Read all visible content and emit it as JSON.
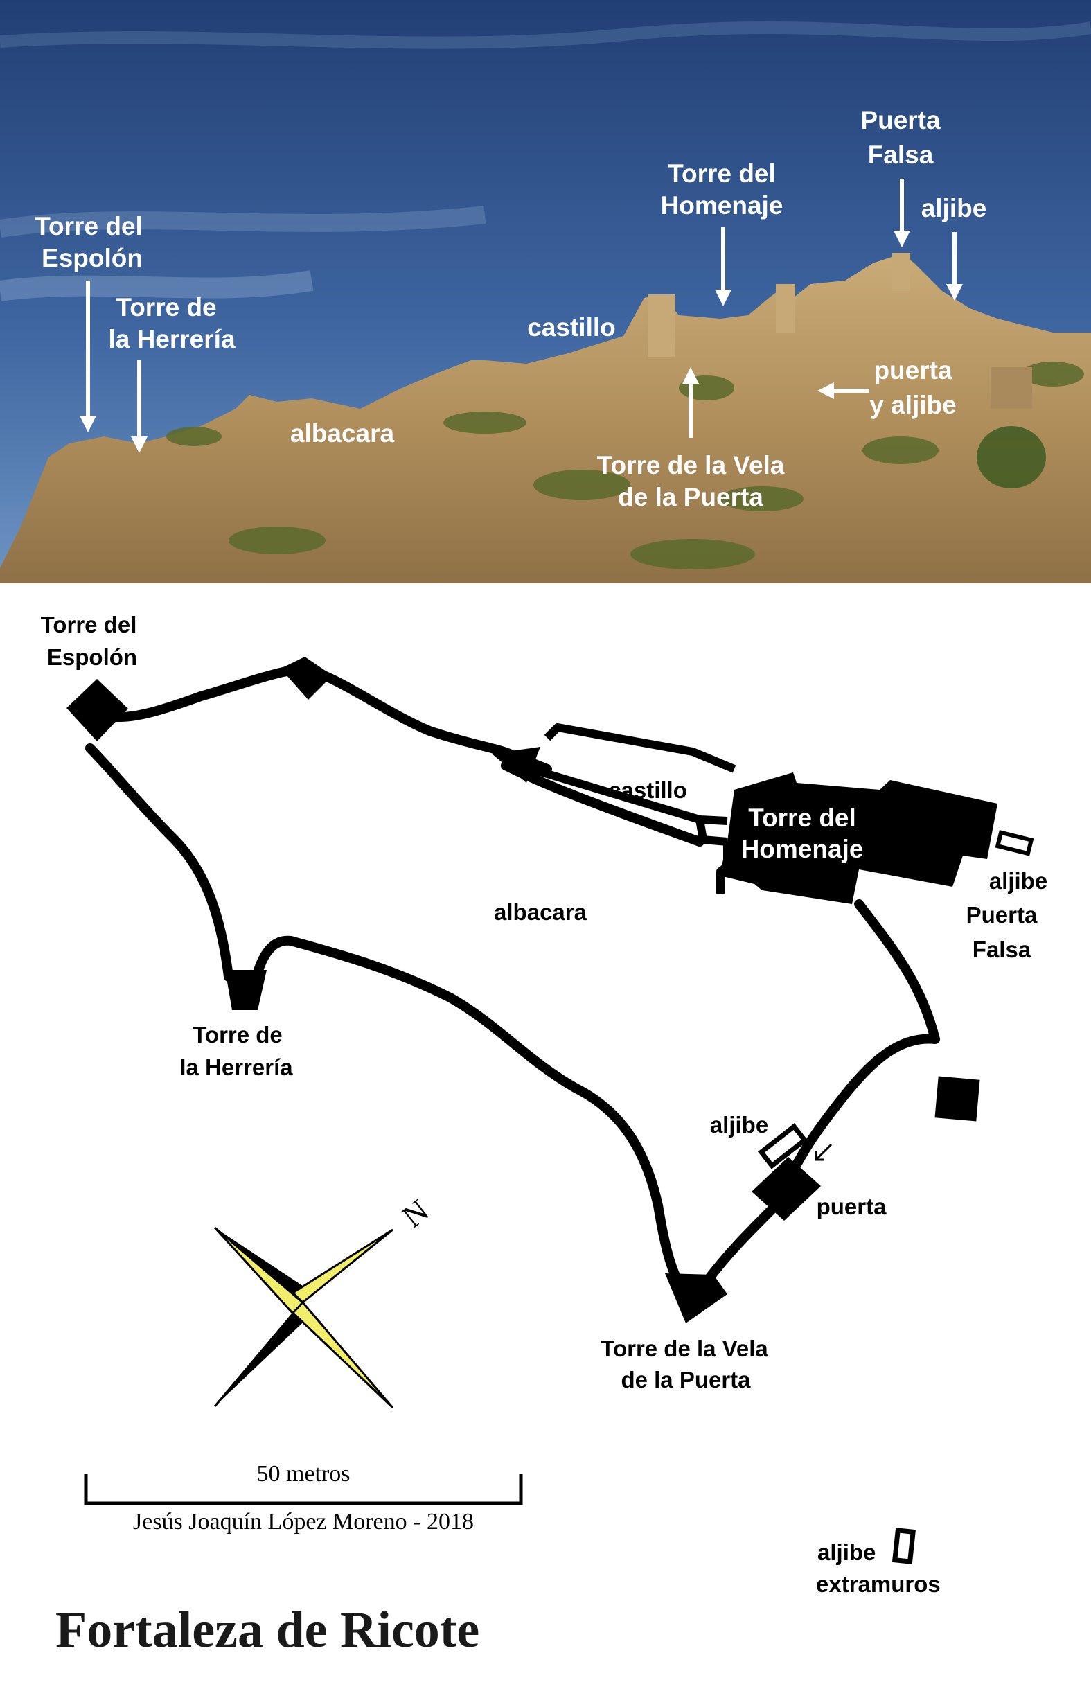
{
  "photo": {
    "labels": {
      "torre_espolon_1": "Torre del",
      "torre_espolon_2": "Espolón",
      "torre_herreria_1": "Torre de",
      "torre_herreria_2": "la Herrería",
      "albacara": "albacara",
      "castillo": "castillo",
      "torre_homenaje_1": "Torre del",
      "torre_homenaje_2": "Homenaje",
      "puerta_falsa_1": "Puerta",
      "puerta_falsa_2": "Falsa",
      "aljibe": "aljibe",
      "puerta_aljibe_1": "puerta",
      "puerta_aljibe_2": "y  aljibe",
      "torre_vela_1": "Torre de la Vela",
      "torre_vela_2": "de la Puerta"
    }
  },
  "plan": {
    "labels": {
      "torre_espolon_1": "Torre del",
      "torre_espolon_2": "Espolón",
      "castillo": "castillo",
      "torre_homenaje_1": "Torre del",
      "torre_homenaje_2": "Homenaje",
      "aljibe_falsa": "aljibe",
      "puerta_falsa_1": "Puerta",
      "puerta_falsa_2": "Falsa",
      "albacara": "albacara",
      "torre_herreria_1": "Torre de",
      "torre_herreria_2": "la Herrería",
      "aljibe_gate": "aljibe",
      "puerta": "puerta",
      "torre_vela_1": "Torre de la Vela",
      "torre_vela_2": "de la Puerta",
      "aljibe_extramuros_1": "aljibe",
      "aljibe_extramuros_2": "extramuros"
    },
    "compass": {
      "north_label": "N",
      "needle_color": "#f0ee6a",
      "dark_color": "#000000"
    },
    "scale": {
      "label": "50 metros",
      "meters": 50
    },
    "author": "Jesús Joaquín López Moreno - 2018",
    "title": "Fortaleza de Ricote"
  },
  "colors": {
    "sky_top": "#26497f",
    "sky_bottom": "#5e87b8",
    "rock": "#b99a6a",
    "vegetation": "#5d6b2e"
  }
}
